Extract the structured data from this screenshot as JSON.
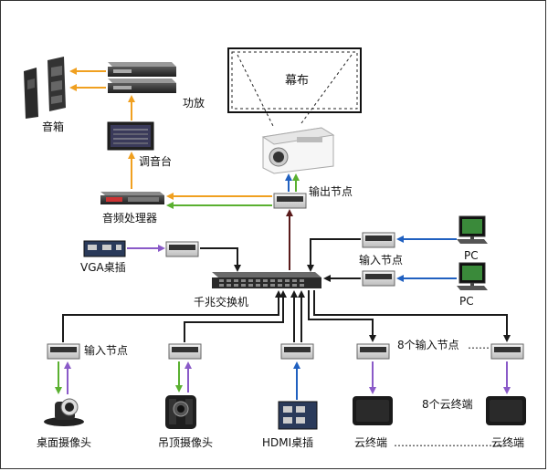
{
  "labels": {
    "screen": "幕布",
    "speakers": "音箱",
    "amplifier": "功放",
    "mixer": "调音台",
    "output_node": "输出节点",
    "audio_processor": "音频处理器",
    "vga_desk": "VGA桌插",
    "switch": "千兆交换机",
    "input_node_top": "输入节点",
    "pc1": "PC",
    "pc2": "PC",
    "input_node_left": "输入节点",
    "eight_input_nodes": "8个输入节点",
    "eight_cloud_terminals": "8个云终端",
    "desk_camera": "桌面摄像头",
    "ceiling_camera": "吊顶摄像头",
    "hdmi_desk": "HDMI桌插",
    "cloud_terminal_1": "云终端",
    "cloud_terminal_2": "云终端",
    "dots_inputs": "……",
    "dots_terminals": "……………………………"
  },
  "colors": {
    "orange": "#f0a020",
    "green": "#5ab030",
    "blue": "#2060c0",
    "purple": "#8a5ac8",
    "black": "#1a1a1a",
    "dark_red": "#5a1a1a"
  }
}
